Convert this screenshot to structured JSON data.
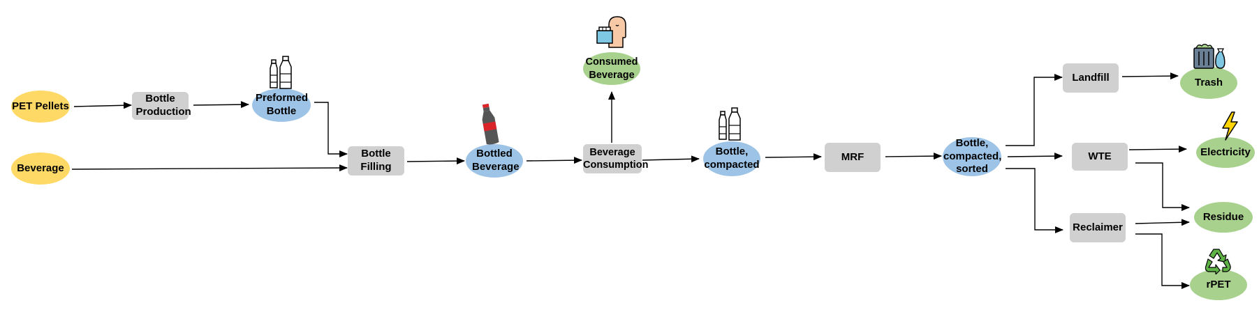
{
  "colors": {
    "input": "#ffd966",
    "intermediate": "#9dc3e6",
    "process": "#d0d0d0",
    "output": "#a9d18e"
  },
  "nodes": {
    "pet_pellets": "PET Pellets",
    "beverage": "Beverage",
    "bottle_production": "Bottle Production",
    "preformed_bottle": "Preformed Bottle",
    "bottle_filling": "Bottle Filling",
    "bottled_beverage": "Bottled Beverage",
    "beverage_consumption": "Beverage Consumption",
    "consumed_beverage": "Consumed Beverage",
    "bottle_compacted": "Bottle, compacted",
    "mrf": "MRF",
    "bottle_compacted_sorted": "Bottle, compacted, sorted",
    "landfill": "Landfill",
    "wte": "WTE",
    "reclaimer": "Reclaimer",
    "trash": "Trash",
    "electricity": "Electricity",
    "residue": "Residue",
    "rpet": "rPET"
  },
  "icons": {
    "preformed_bottle": "plastic-bottles-icon",
    "bottled_beverage": "soda-bottle-icon",
    "consumed_beverage": "person-drinking-icon",
    "bottle_compacted": "plastic-bottles-icon",
    "trash": "trash-bins-icon",
    "electricity": "lightning-bolt-icon",
    "rpet": "recycle-icon"
  }
}
